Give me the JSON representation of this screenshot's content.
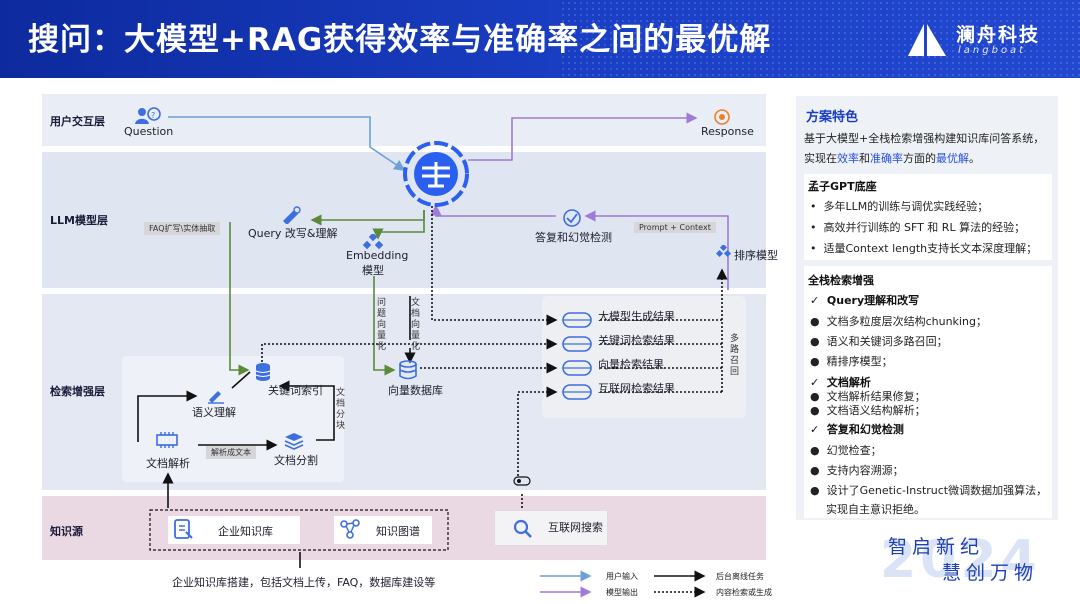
{
  "header": {
    "title": "搜问：大模型+RAG获得效率与准确率之间的最优解"
  },
  "logo": {
    "name_cn": "澜舟科技",
    "name_en": "langboat"
  },
  "lanes": {
    "user": "用户交互层",
    "llm": "LLM模型层",
    "retrieval": "检索增强层",
    "knowledge": "知识源"
  },
  "nodes": {
    "question": "Question",
    "response": "Response",
    "query_rewrite": "Query 改写&理解",
    "embedding_l1": "Embedding",
    "embedding_l2": "模型",
    "dedupe_check": "答复和幻觉检测",
    "rerank": "排序模型",
    "keyword_index": "关键词索引",
    "semantic": "语义理解",
    "doc_parse": "文档解析",
    "doc_split": "文档分割",
    "vector_db": "向量数据库",
    "enterprise_kb": "企业知识库",
    "knowledge_graph": "知识图谱",
    "web_search": "互联网搜索"
  },
  "tags": {
    "faq_expand": "FAQ扩写\\实体抽取",
    "prompt_context": "Prompt + Context",
    "parse_text": "解析成文本"
  },
  "vertical_labels": {
    "question_vector": "问题向量化",
    "doc_vector": "文档向量化",
    "doc_split": "文档分块",
    "multi_recall": "多路召回"
  },
  "results": [
    "大模型生成结果",
    "关键词检索结果",
    "向量检索结果",
    "互联网检索结果"
  ],
  "footer_note": "企业知识库搭建，包括文档上传，FAQ，数据库建设等",
  "legend": {
    "user_input": "用户输入",
    "model_output": "模型输出",
    "offline_task": "后台离线任务",
    "content_retrieval": "内容检索或生成"
  },
  "panel": {
    "title": "方案特色",
    "intro_1": "基于大模型+全栈检索增强构建知识库问答系统，",
    "intro_2a": "实现在",
    "intro_2b": "效率",
    "intro_2c": "和",
    "intro_2d": "准确率",
    "intro_2e": "方面的",
    "intro_2f": "最优解",
    "intro_2g": "。",
    "gpt_title": "孟子GPT底座",
    "gpt_items": [
      "多年LLM的训练与调优实践经验；",
      "高效并行训练的 SFT 和 RL 算法的经验；",
      "适量Context length支持长文本深度理解；"
    ],
    "full_title": "全栈检索增强",
    "query_title": "Query理解和改写",
    "query_items": [
      "文档多粒度层次结构chunking；",
      "语义和关键词多路召回；",
      "精排序模型；"
    ],
    "parse_title": "文档解析",
    "parse_items": [
      "文档解析结果修复；",
      "文档语义结构解析；"
    ],
    "check_title": "答复和幻觉检测",
    "check_items": [
      "幻觉检查；",
      "支持内容溯源；",
      "设计了Genetic-Instruct微调数据加强算法，",
      "实现自主意识拒绝。"
    ]
  },
  "slogan": {
    "line1": "智启新纪",
    "line2": "慧创万物",
    "year": "2024"
  },
  "colors": {
    "brand": "#1b3ec6",
    "lane_user": "#e9edf5",
    "lane_llm": "#dfe5f1",
    "lane_knowledge": "#ead9e3",
    "green_flow": "#5a8a3a",
    "purple_flow": "#a07ad6",
    "blue_flow": "#6ea0d6"
  }
}
